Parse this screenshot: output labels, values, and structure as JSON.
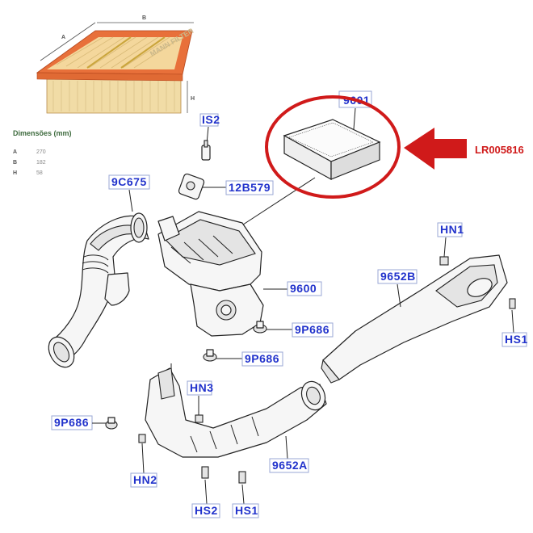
{
  "product_photo": {
    "dim_letters": {
      "a": "A",
      "b": "B",
      "h": "H"
    },
    "brand_mark": "MANN FILTER"
  },
  "dimensions": {
    "title": "Dimensões (mm)",
    "rows": [
      {
        "key": "A",
        "value": "270"
      },
      {
        "key": "B",
        "value": "182"
      },
      {
        "key": "H",
        "value": "58"
      }
    ]
  },
  "reference": {
    "part_number": "LR005816",
    "highlighted_label": "9601",
    "accent_color": "#d01a1a"
  },
  "callouts": {
    "is2": "IS2",
    "p12b579": "12B579",
    "p9c675": "9C675",
    "p9600": "9600",
    "p9p686_a": "9P686",
    "p9p686_b": "9P686",
    "p9p686_c": "9P686",
    "hn1": "HN1",
    "p9652b": "9652B",
    "hs1_right": "HS1",
    "hn3": "HN3",
    "hn2": "HN2",
    "p9652a": "9652A",
    "hs2": "HS2",
    "hs1_bottom": "HS1"
  },
  "colors": {
    "label_text": "#2233cc",
    "label_border": "#9aa7d6",
    "filter_orange": "#e8703a"
  }
}
